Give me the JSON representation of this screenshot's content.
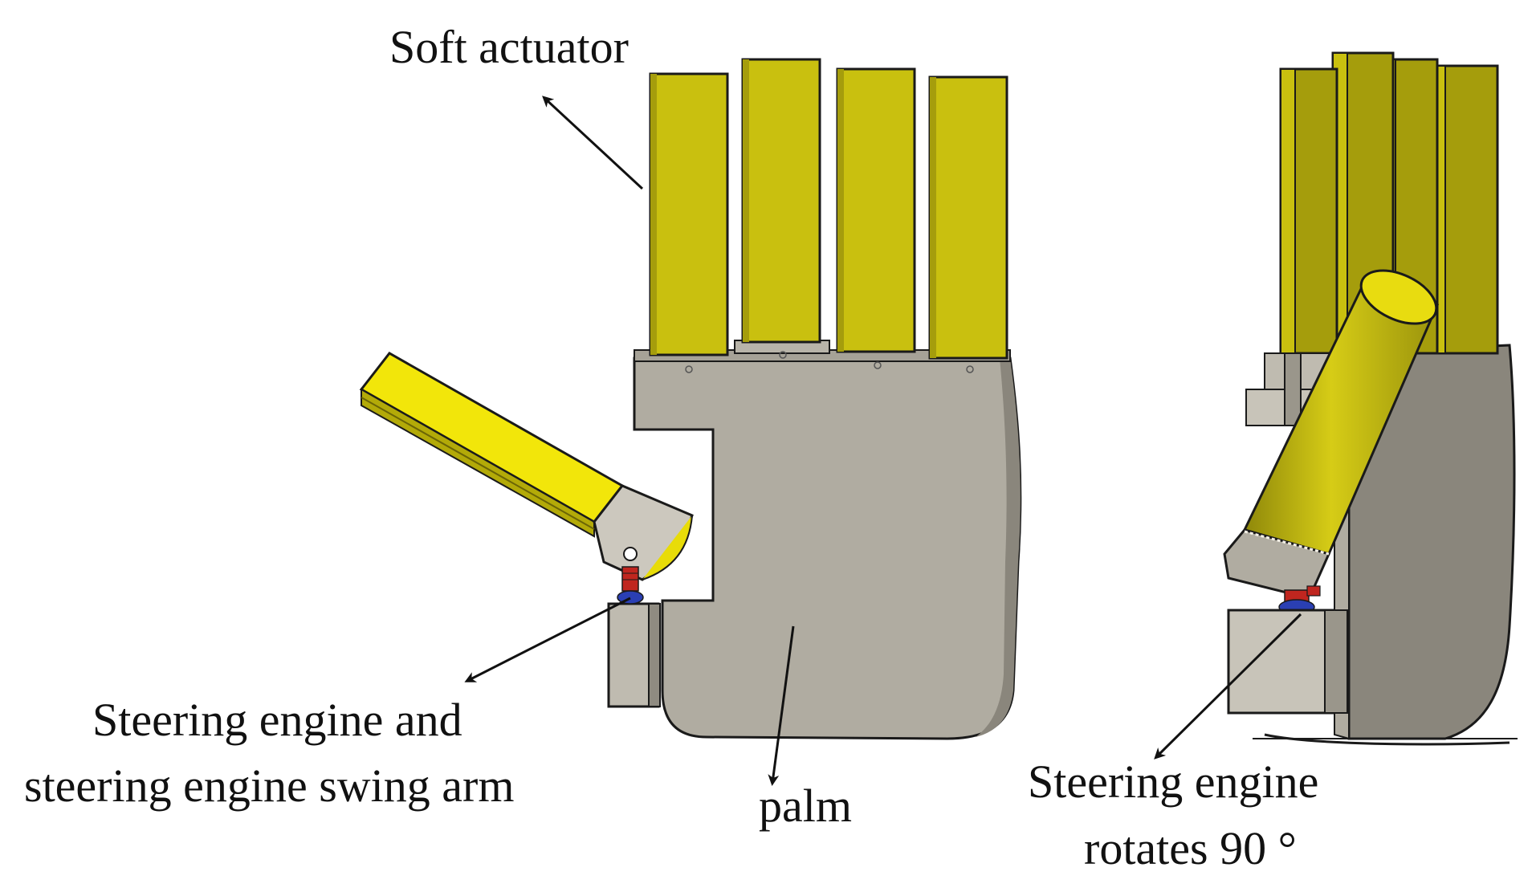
{
  "labels": {
    "soft_actuator": "Soft actuator",
    "steering_engine_line1": "Steering  engine and",
    "steering_engine_line2": "steering engine swing arm",
    "palm": "palm",
    "rotates_line1": "Steering  engine",
    "rotates_line2": "rotates 90 °"
  },
  "colors": {
    "actuator_yellow": "#c9c00f",
    "actuator_bright": "#f2e60a",
    "actuator_dark": "#8f880a",
    "palm_gray": "#b0aca1",
    "palm_dark": "#7f7b72",
    "outline": "#1a1a1a",
    "servo_red": "#c0261f",
    "servo_blue": "#2a3fb3"
  }
}
